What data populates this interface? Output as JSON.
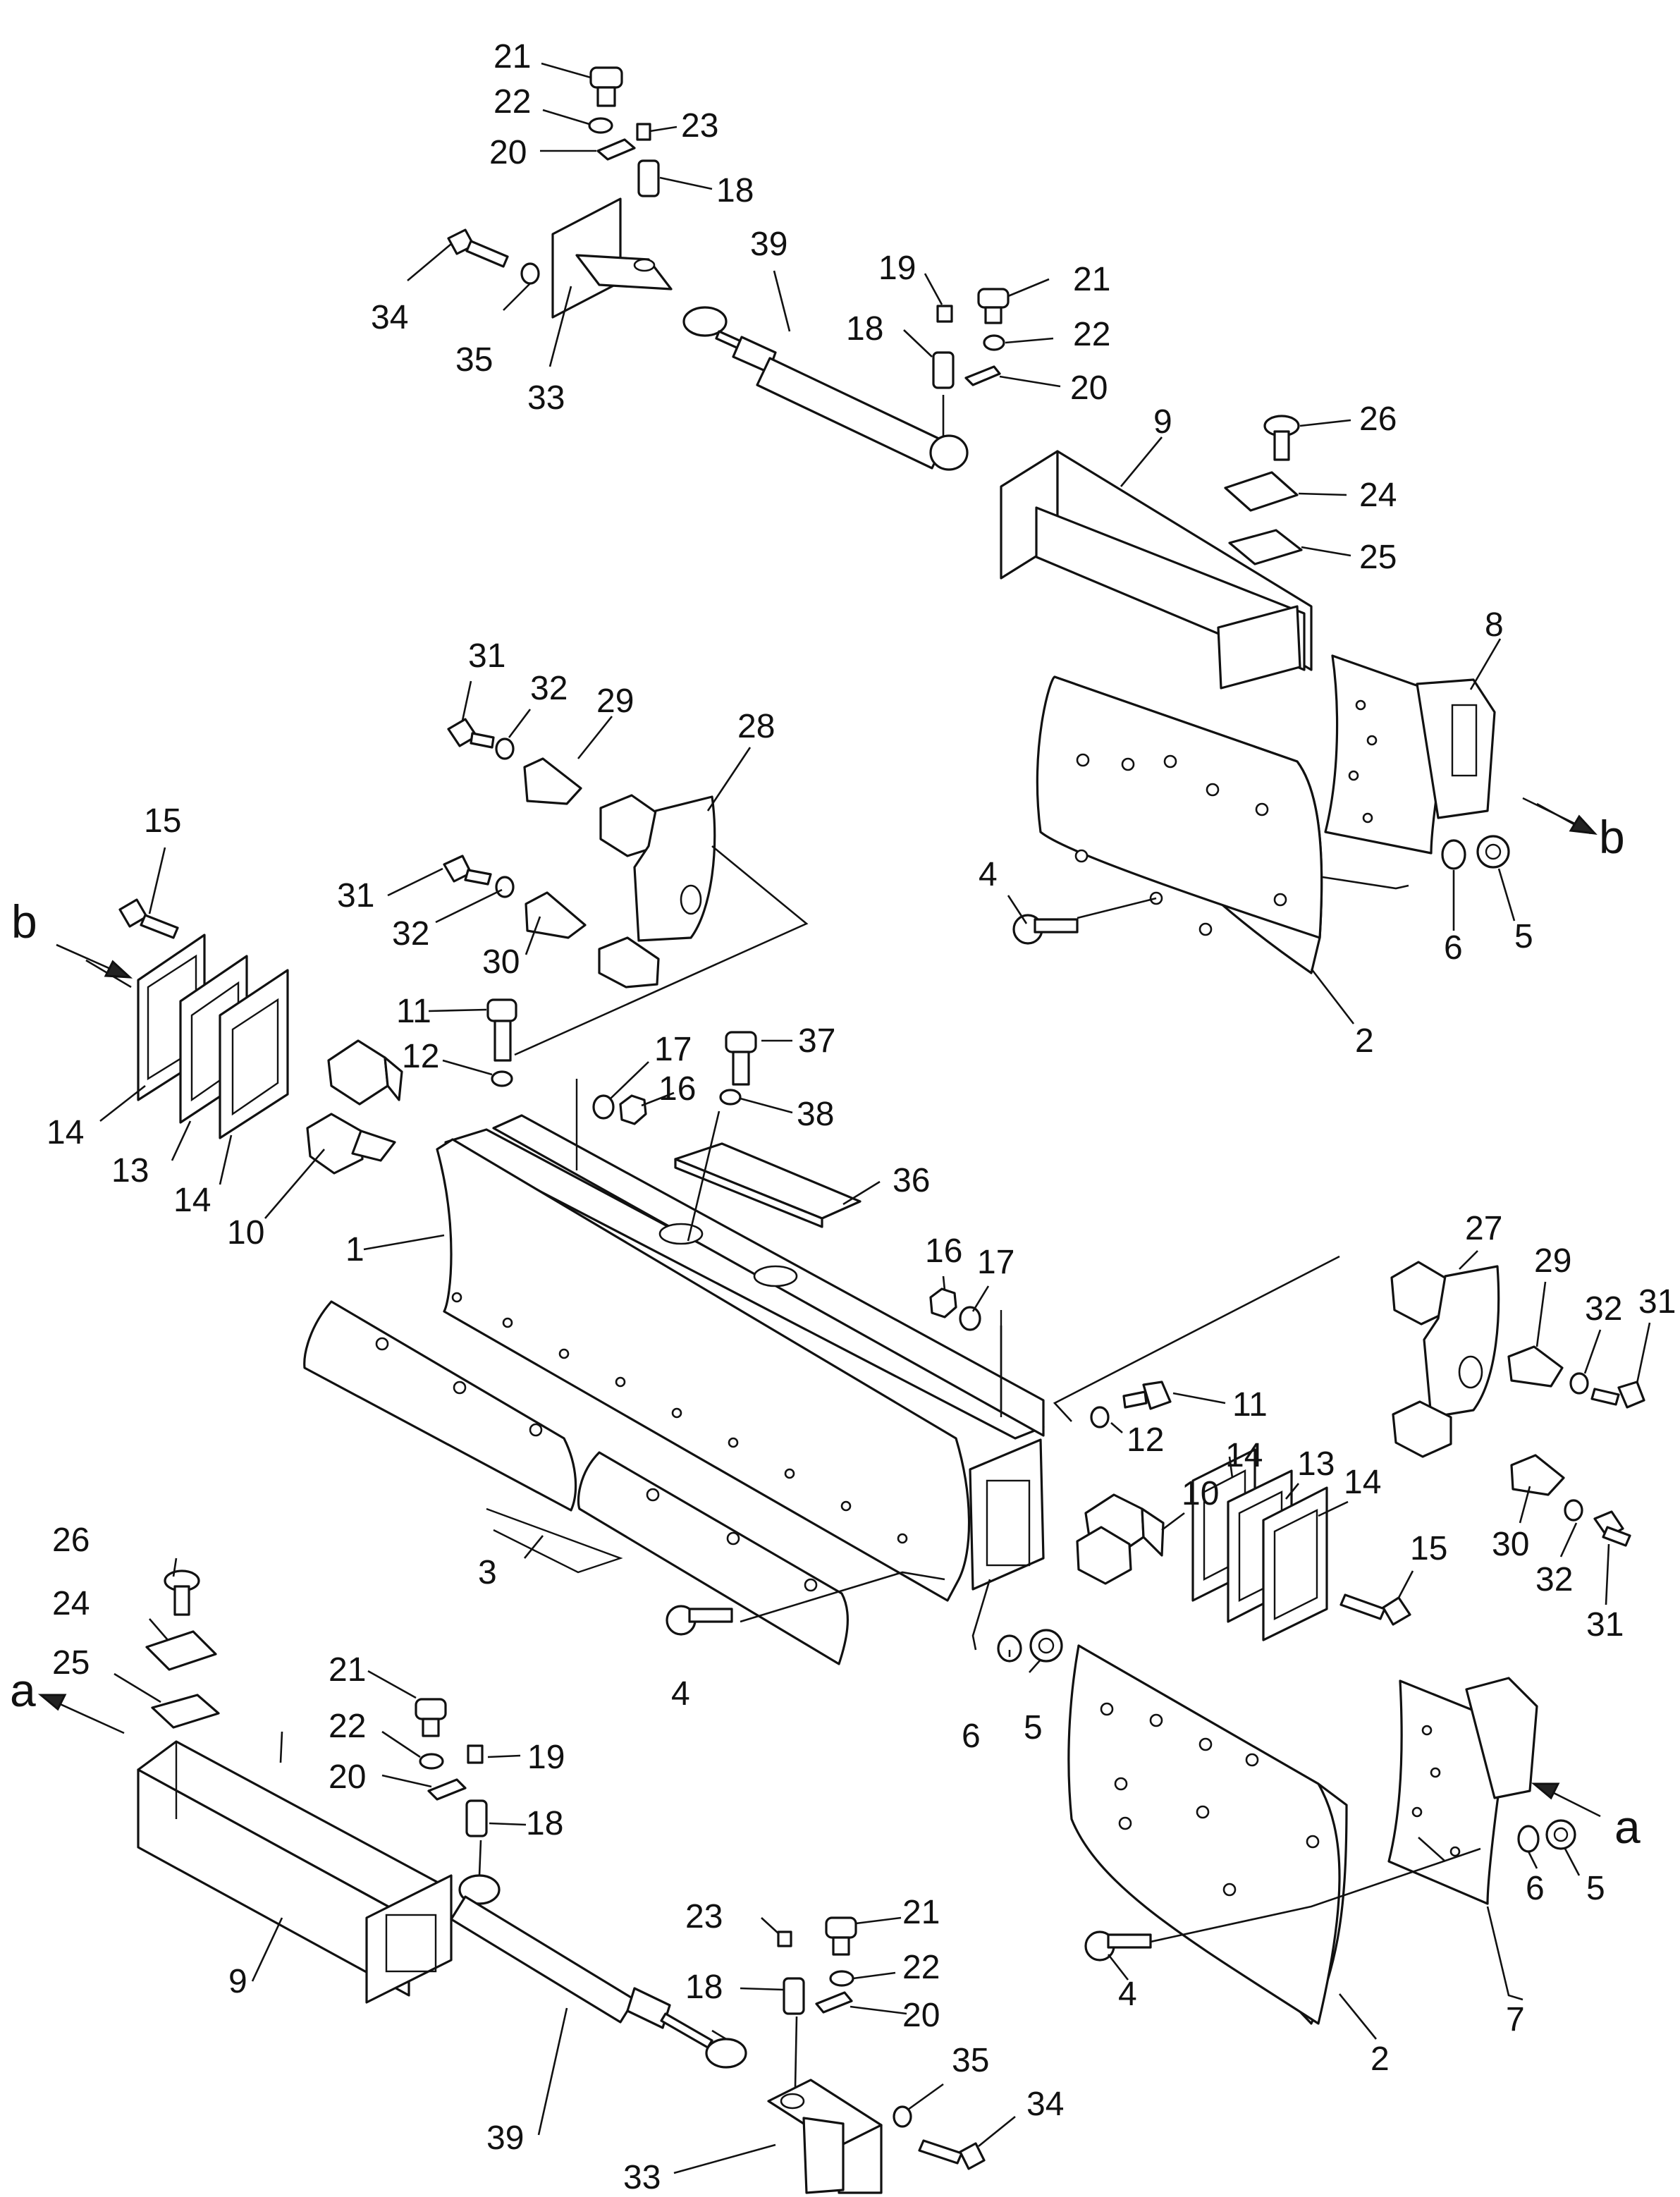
{
  "diagram": {
    "callouts": {
      "c21a": "21",
      "c22a": "22",
      "c23a": "23",
      "c20a": "20",
      "c18a": "18",
      "c34a": "34",
      "c35a": "35",
      "c33a": "33",
      "c39a": "39",
      "c19a": "19",
      "c21b": "21",
      "c18b": "18",
      "c22b": "22",
      "c20b": "20",
      "c9a": "9",
      "c26a": "26",
      "c24a": "24",
      "c25a": "25",
      "c8": "8",
      "c31a": "31",
      "c32a": "32",
      "c29a": "29",
      "c28": "28",
      "c15a": "15",
      "c31b": "31",
      "c32b": "32",
      "c30a": "30",
      "c4a": "4",
      "c6a": "6",
      "c5a": "5",
      "c2a": "2",
      "c14a": "14",
      "c13a": "13",
      "c14b": "14",
      "c10a": "10",
      "c11a": "11",
      "c12a": "12",
      "c17a": "17",
      "c16a": "16",
      "c37": "37",
      "c38": "38",
      "c36": "36",
      "c1": "1",
      "c16b": "16",
      "c17b": "17",
      "c27": "27",
      "c29b": "29",
      "c32c": "32",
      "c31c": "31",
      "c11b": "11",
      "c12b": "12",
      "c10b": "10",
      "c14c": "14",
      "c13b": "13",
      "c14d": "14",
      "c15b": "15",
      "c30b": "30",
      "c32d": "32",
      "c31d": "31",
      "c3": "3",
      "c4b": "4",
      "c6b": "6",
      "c5b": "5",
      "c26b": "26",
      "c24b": "24",
      "c25b": "25",
      "c21c": "21",
      "c22c": "22",
      "c19b": "19",
      "c20c": "20",
      "c18c": "18",
      "c9b": "9",
      "c39b": "39",
      "c23b": "23",
      "c21d": "21",
      "c22d": "22",
      "c18d": "18",
      "c20d": "20",
      "c35b": "35",
      "c34b": "34",
      "c33b": "33",
      "c4c": "4",
      "c2b": "2",
      "c6c": "6",
      "c5c": "5",
      "c7": "7"
    },
    "references": {
      "b_right": "b",
      "b_left": "b",
      "a_left": "a",
      "a_right": "a"
    }
  }
}
